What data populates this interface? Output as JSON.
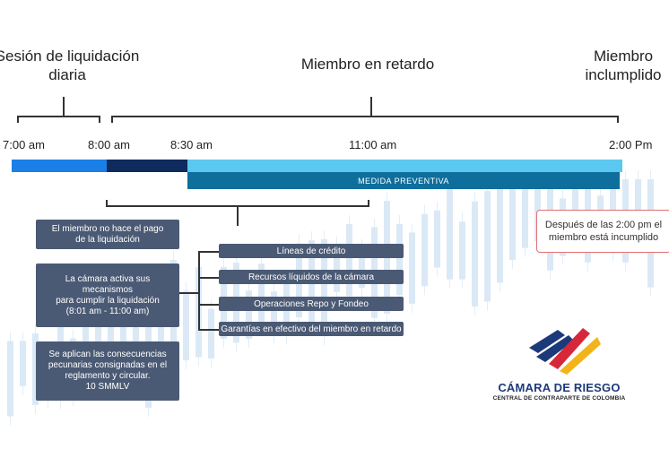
{
  "headers": {
    "session": [
      "Sesión de liquidación",
      "diaria"
    ],
    "late_member": "Miembro en retardo",
    "defaulted": [
      "Miembro",
      "inclumplido"
    ]
  },
  "times": [
    "7:00 am",
    "8:00 am",
    "8:30 am",
    "11:00 am",
    "2:00 Pm"
  ],
  "timeline": {
    "preventive_label": "MEDIDA PREVENTIVA",
    "colors": {
      "early": "#1a7fe6",
      "mid": "#0f2a5c",
      "late": "#5ac8f0",
      "preventive": "#0e6e9c"
    }
  },
  "steps": {
    "no_payment": [
      "El miembro no hace el pago",
      "de la liquidación"
    ],
    "mechanisms": [
      "La cámara activa sus",
      "mecanismos",
      "para cumplir la liquidación",
      "(8:01 am - 11:00 am)"
    ],
    "consequences": [
      "Se aplican las consecuencias",
      "pecunarias consignadas en el",
      "reglamento y circular.",
      "10 SMMLV"
    ]
  },
  "mechanisms_list": [
    "Líneas de crédito",
    "Recursos líquidos de la cámara",
    "Operaciones Repo y Fondeo",
    "Garantías en efectivo del miembro en retardo"
  ],
  "warning": [
    "Después de las 2:00 pm el",
    "miembro está incumplido"
  ],
  "brand": {
    "name": "CÁMARA DE RIESGO",
    "tagline": "CENTRAL DE CONTRAPARTE DE COLOMBIA",
    "colors": {
      "blue": "#1c3a7a",
      "red": "#d6283a",
      "yellow": "#f2b418"
    }
  }
}
